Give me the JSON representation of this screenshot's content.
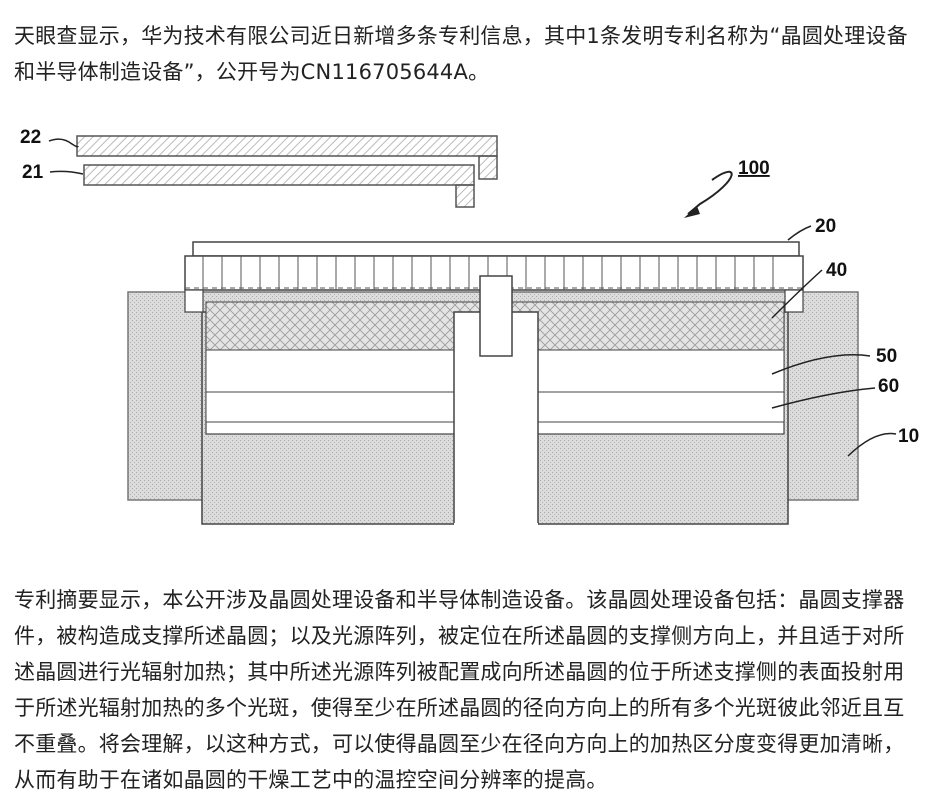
{
  "article": {
    "intro": "天眼查显示，华为技术有限公司近日新增多条专利信息，其中1条发明专利名称为“晶圆处理设备和半导体制造设备”，公开号为CN116705644A。",
    "abstract": "专利摘要显示，本公开涉及晶圆处理设备和半导体制造设备。该晶圆处理设备包括：晶圆支撑器件，被构造成支撑所述晶圆；以及光源阵列，被定位在所述晶圆的支撑侧方向上，并且适于对所述晶圆进行光辐射加热；其中所述光源阵列被配置成向所述晶圆的位于所述支撑侧的表面投射用于所述光辐射加热的多个光斑，使得至少在所述晶圆的径向方向上的所有多个光斑彼此邻近且互不重叠。将会理解，以这种方式，可以使得晶圆至少在径向方向上的加热区分度变得更加清晰，从而有助于在诸如晶圆的干燥工艺中的温控空间分辨率的提高。"
  },
  "figure": {
    "labels": {
      "l22": "22",
      "l21": "21",
      "l100": "100",
      "l20": "20",
      "l40": "40",
      "l50": "50",
      "l60": "60",
      "l10": "10"
    }
  }
}
